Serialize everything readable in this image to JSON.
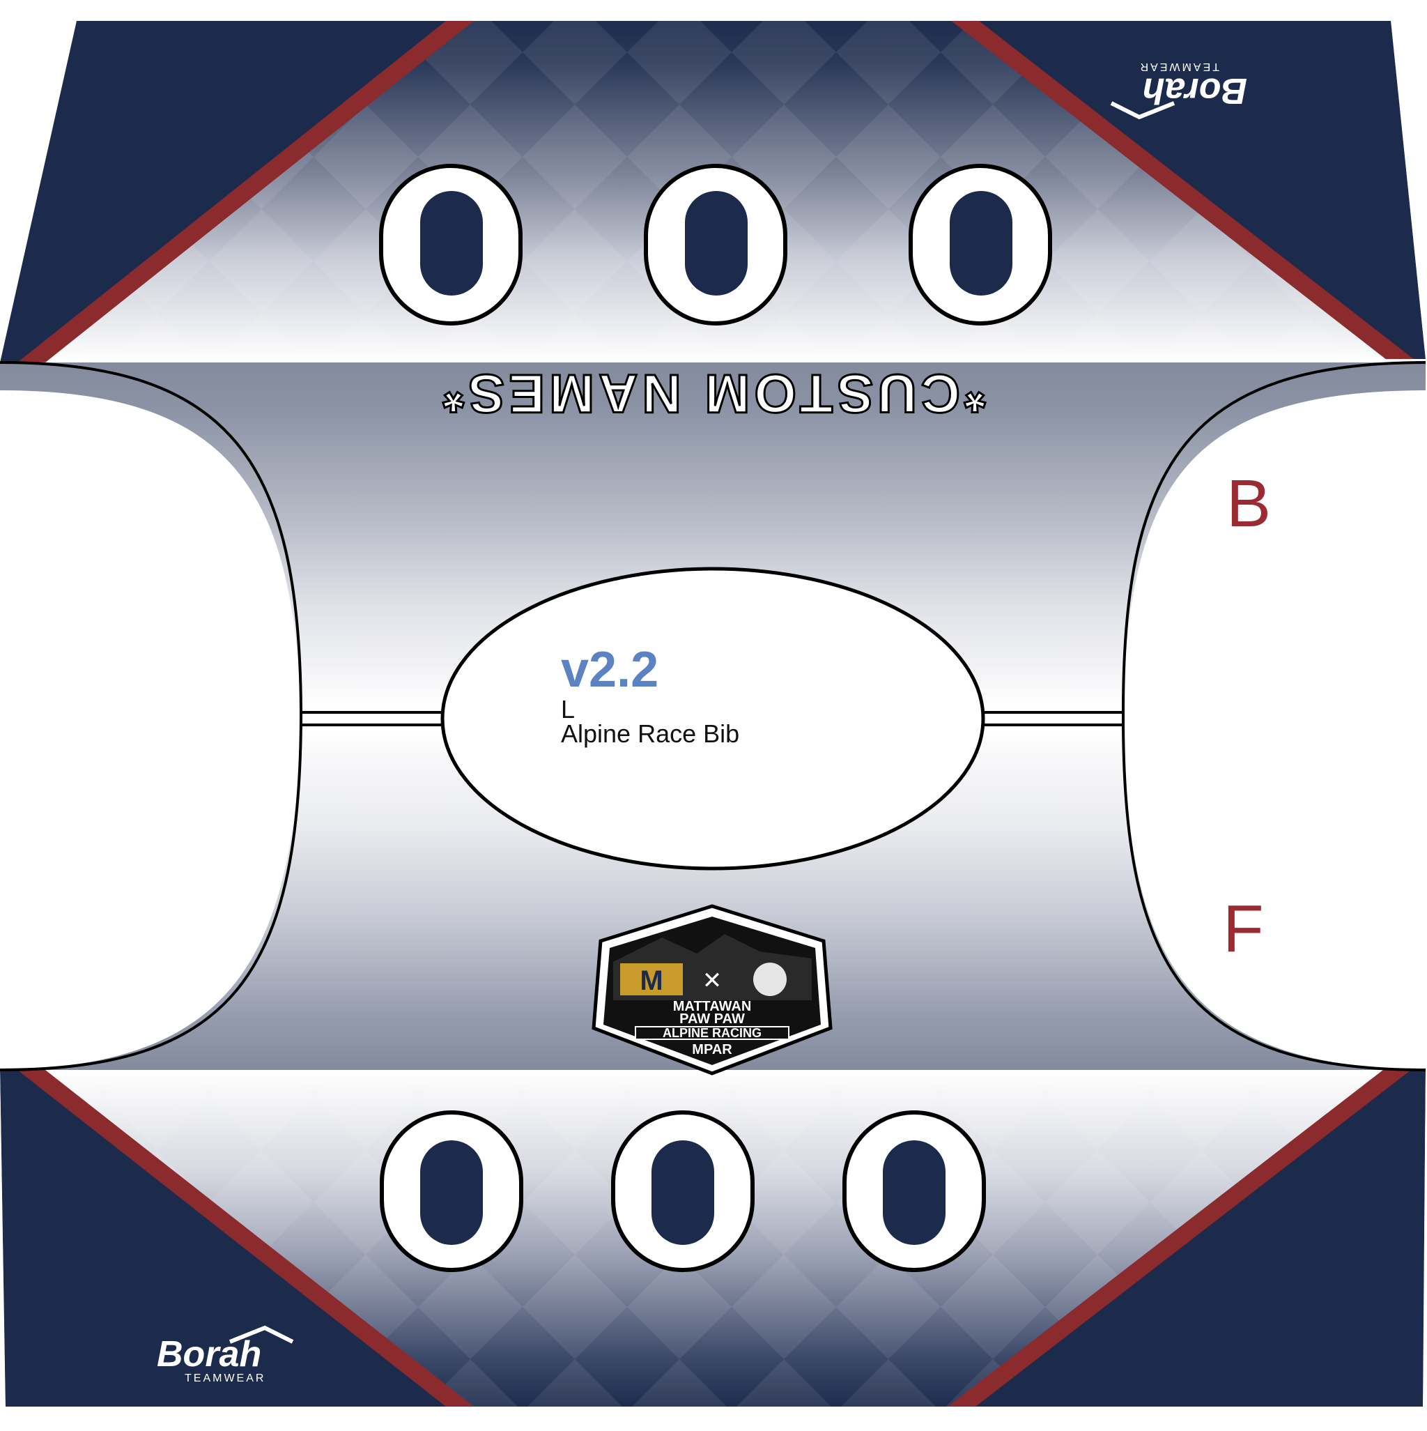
{
  "bib": {
    "number_back": "000",
    "number_front": "000",
    "name_text": "*CUSTOM NAMES*",
    "side_back_letter": "B",
    "side_front_letter": "F",
    "version": "v2.2",
    "size": "L",
    "product": "Alpine Race Bib"
  },
  "brand": {
    "name": "Borah",
    "tagline": "TEAMWEAR"
  },
  "team_logo": {
    "line1": "MATTAWAN",
    "line2": "PAW PAW",
    "line3": "ALPINE RACING",
    "line4": "MPAR",
    "monogram": "M"
  },
  "colors": {
    "navy": "#1c2b4b",
    "stripe_red": "#8b2b2e",
    "letter_red": "#9c2a32",
    "version_blue": "#5b82c2"
  }
}
